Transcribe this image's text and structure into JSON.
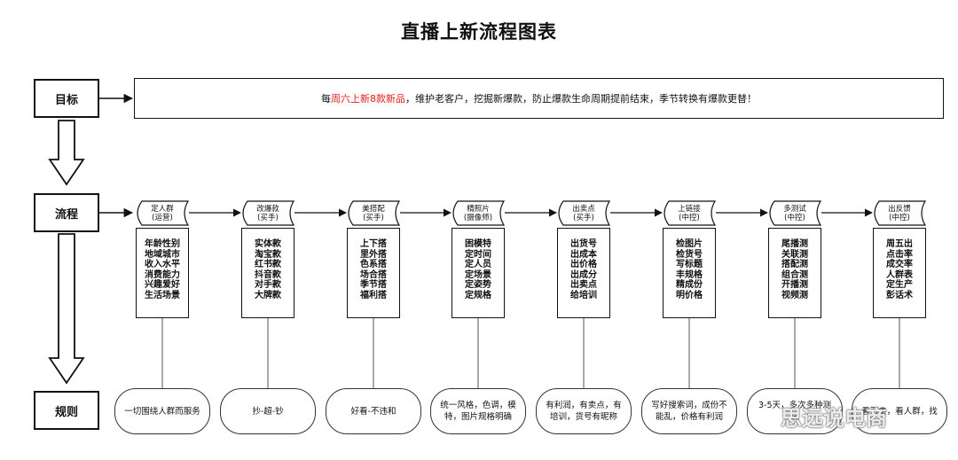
{
  "title": "直播上新流程图表",
  "side_labels": {
    "goal": "目标",
    "process": "流程",
    "rules": "规则"
  },
  "goal": {
    "prefix": "每",
    "highlight": "周六上新8款新品",
    "suffix": "，维护老客户，挖掘新爆款，防止爆款生命周期提前结束，季节转换有爆款更替！"
  },
  "steps": [
    {
      "name": "定人群",
      "owner": "(运营)",
      "items": [
        "年龄性别",
        "地域城市",
        "收入水平",
        "消费能力",
        "兴趣爱好",
        "生活场景"
      ],
      "rule": "一切围绕人群而服务"
    },
    {
      "name": "改爆款",
      "owner": "(买手)",
      "items": [
        "实体款",
        "淘宝款",
        "红书款",
        "抖音款",
        "对手款",
        "大牌款"
      ],
      "rule": "抄-超-钞"
    },
    {
      "name": "美搭配",
      "owner": "(买手)",
      "items": [
        "上下搭",
        "里外搭",
        "色系搭",
        "场合搭",
        "季节搭",
        "福利搭"
      ],
      "rule": "好看-不违和"
    },
    {
      "name": "精照片",
      "owner": "(摄像师)",
      "items": [
        "困模特",
        "定时间",
        "定人员",
        "定场景",
        "定姿势",
        "定规格"
      ],
      "rule": "统一风格，色调，模特，图片规格明确"
    },
    {
      "name": "出卖点",
      "owner": "(买手)",
      "items": [
        "出货号",
        "出成本",
        "出价格",
        "出成分",
        "出卖点",
        "给培训"
      ],
      "rule": "有利润，有卖点，有培训，货号有昵称"
    },
    {
      "name": "上链接",
      "owner": "(中控)",
      "items": [
        "检图片",
        "检货号",
        "写标题",
        "丰规格",
        "精成份",
        "明价格"
      ],
      "rule": "写好搜索词，成份不能乱，价格有利润"
    },
    {
      "name": "多测试",
      "owner": "(中控)",
      "items": [
        "尾播测",
        "关联测",
        "搭配测",
        "组合测",
        "开播测",
        "视频测"
      ],
      "rule": "3-5天，多次多种测试"
    },
    {
      "name": "出反馈",
      "owner": "(中控)",
      "items": [
        "周五出",
        "点击率",
        "成交率",
        "人群表",
        "定生产",
        "彭话术"
      ],
      "rule": "看可卖，看人群，找"
    }
  ],
  "watermark": "思远说电商"
}
